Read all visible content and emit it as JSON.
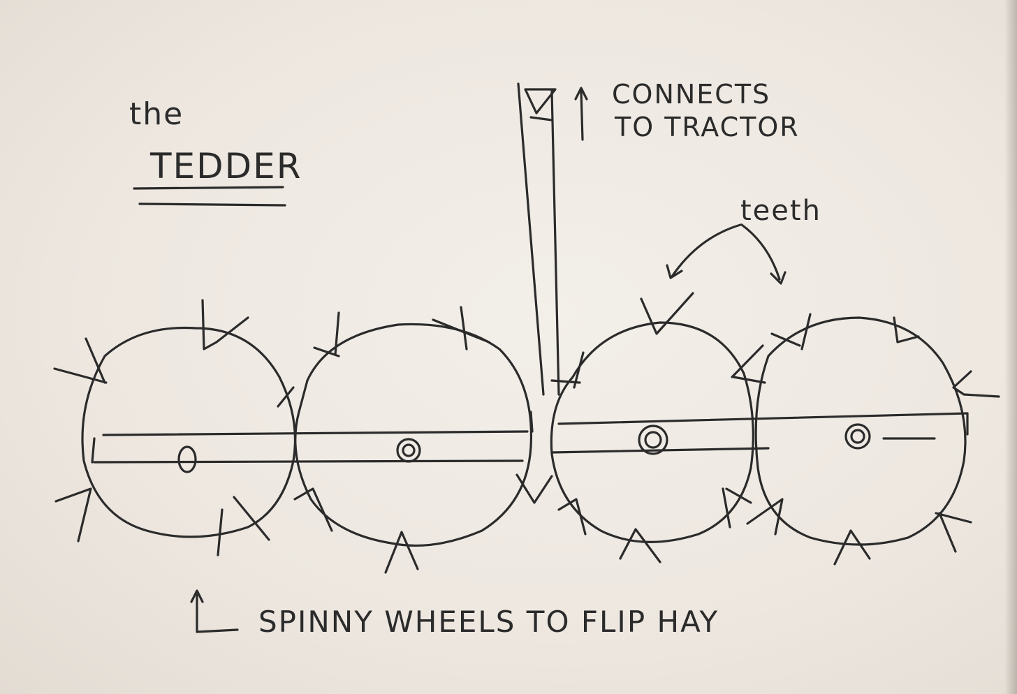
{
  "title_small": "the",
  "title_main": "TEDDER",
  "label_connects_line1": "CONNECTS",
  "label_connects_line2": "TO TRACTOR",
  "label_teeth": "teeth",
  "label_wheels": "SPINNY WHEELS TO FLIP HAY",
  "ink_color": "#2b2b2b",
  "paper_color": "#ede7e0"
}
